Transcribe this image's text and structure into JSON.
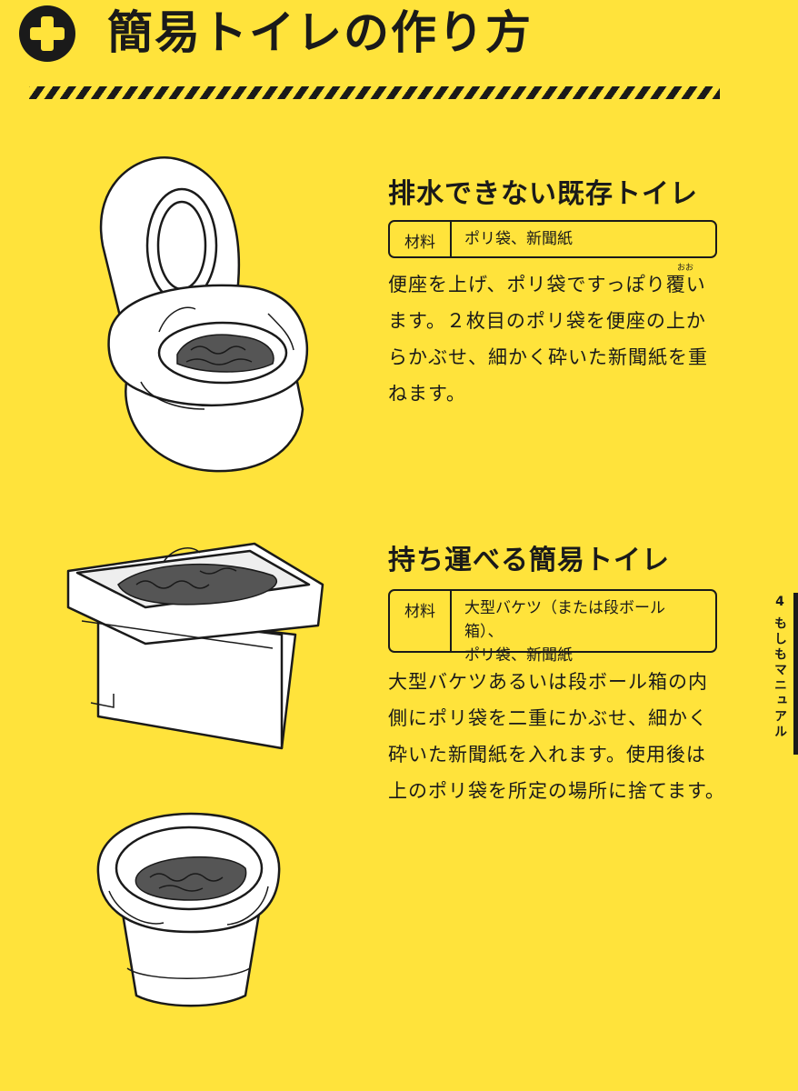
{
  "header": {
    "title": "簡易トイレの作り方",
    "icon": "plus-circle-icon"
  },
  "sections": [
    {
      "heading": "排水できない既存トイレ",
      "materials_label": "材料",
      "materials_lines": [
        "ポリ袋、新聞紙"
      ],
      "body_lines": [
        "便座を上げ、ポリ袋ですっぽり覆い",
        "ます。２枚目のポリ袋を便座の上か",
        "らかぶせ、細かく砕いた新聞紙を重",
        "ねます。"
      ],
      "ruby": "おお",
      "illustration": "toilet-with-bag-illustration"
    },
    {
      "heading": "持ち運べる簡易トイレ",
      "materials_label": "材料",
      "materials_lines": [
        "大型バケツ（または段ボール箱）、",
        "ポリ袋、新聞紙"
      ],
      "body_lines": [
        "大型バケツあるいは段ボール箱の内",
        "側にポリ袋を二重にかぶせ、細かく",
        "砕いた新聞紙を入れます。使用後は",
        "上のポリ袋を所定の場所に捨てます。"
      ],
      "illustrations": [
        "cardboard-box-illustration",
        "bucket-illustration"
      ]
    }
  ],
  "chapter_tab": {
    "number": "4",
    "label": "もしもマニュアル"
  },
  "colors": {
    "background": "#FFE33B",
    "ink": "#1a1a1a"
  }
}
